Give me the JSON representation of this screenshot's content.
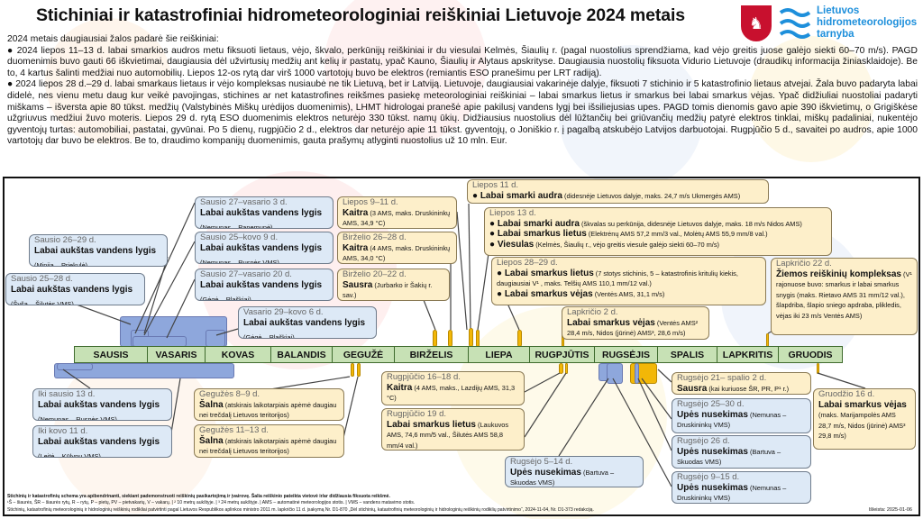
{
  "title": "Stichiniai ir katastrofiniai hidrometeorologiniai reiškiniai Lietuvoje 2024 metais",
  "logo": {
    "agency_text": "Lietuvos hidrometeorologijos tarnyba"
  },
  "intro": {
    "lead": "2024 metais daugiausiai žalos padarė šie reiškiniai:",
    "bullets": [
      "● 2024 liepos 11–13 d. labai smarkios audros metu fiksuoti lietaus, vėjo, škvalo, perkūnijų reiškiniai ir du viesulai Kelmės, Šiaulių r. (pagal nuostolius sprendžiama, kad vėjo greitis juose galėjo siekti 60–70 m/s). PAGD duomenimis buvo gauti 66 iškvietimai, daugiausia dėl užvirtusių medžių ant kelių ir pastatų, ypač Kauno, Šiaulių ir Alytaus apskrityse. Daugiausia nuostolių fiksuota Vidurio Lietuvoje (draudikų informacija žiniasklaidoje). Be to, 4 kartus šalinti medžiai nuo automobilių. Liepos 12-os rytą dar virš 1000 vartotojų buvo be elektros (remiantis ESO pranešimu per LRT radiją).",
      "● 2024 liepos 28 d.–29 d. labai smarkaus lietaus ir vėjo kompleksas nusiaubė ne tik Lietuvą, bet ir Latviją. Lietuvoje, daugiausiai vakarinėje dalyje, fiksuoti 7 stichinio ir 5 katastrofinio lietaus atvejai. Žala buvo padaryta labai didelė, nes vienu metu daug kur veikė pavojingas, stichines ar net katastrofines reikšmes pasiekę meteorologiniai reiškiniai – labai smarkus lietus ir smarkus bei labai smarkus vėjas. Ypač didžiuliai nuostoliai padaryti miškams – išversta apie 80 tūkst. medžių (Valstybinės Miškų urėdijos duomenimis), LHMT hidrologai pranešė apie pakilusį vandens lygį bei išsiliejusias upes. PAGD tomis dienomis gavo apie 390 iškvietimų, o Grigiškėse užgriuvus medžiui žuvo moteris. Liepos 29 d. rytą ESO duomenimis elektros neturėjo 330 tūkst. namų ūkių. Didžiausius nuostolius dėl lūžtančių bei griūvančių medžių patyrė elektros tinklai, miškų padaliniai, nukentėjo gyventojų turtas: automobiliai, pastatai, gyvūnai. Po 5 dienų, rugpjūčio 2 d., elektros dar neturėjo apie 11 tūkst. gyventojų, o Joniškio r. į pagalbą atskubėjo Latvijos darbuotojai. Rugpjūčio 5 d., savaitei po audros, apie 1000 vartotojų dar buvo be elektros. Be to, draudimo kompanijų duomenimis, gauta prašymų atlyginti nuostolius už 10 mln. Eur."
    ]
  },
  "months": [
    "SAUSIS",
    "VASARIS",
    "KOVAS",
    "BALANDIS",
    "GEGUŽĖ",
    "BIRŽELIS",
    "LIEPA",
    "RUGPJŪTIS",
    "RUGSĖJIS",
    "SPALIS",
    "LAPKRITIS",
    "GRUODIS"
  ],
  "colors": {
    "hydro": "#dde9f6",
    "meteo": "#fdefca",
    "months": "#c7e1b5",
    "bar_hydro": "#8ea7dc",
    "bar_meteo": "#f2b707"
  },
  "events": [
    {
      "type": "hydro",
      "date": "Sausio 27–vasario 3 d.",
      "title": "Labai aukštas vandens lygis",
      "detail": "(Nemunas – Panemunė)"
    },
    {
      "type": "hydro",
      "date": "Sausio 26–29 d.",
      "title": "Labai aukštas vandens lygis",
      "detail": "(Minija – Priekulė)"
    },
    {
      "type": "hydro",
      "date": "Sausio 25–kovo 9 d.",
      "title": "Labai aukštas vandens lygis",
      "detail": "(Nemunas – Rusnės VMS)"
    },
    {
      "type": "hydro",
      "date": "Sausio 25–28 d.",
      "title": "Labai aukštas vandens lygis",
      "detail": "(Šyša – Šilutės VMS)"
    },
    {
      "type": "hydro",
      "date": "Sausio 27–vasario 20 d.",
      "title": "Labai aukštas vandens lygis",
      "detail": "(Gėgė – Plaškiai)"
    },
    {
      "type": "hydro",
      "date": "Vasario 29–kovo 6 d.",
      "title": "Labai aukštas vandens lygis",
      "detail": "(Gėgė – Plaškiai)"
    },
    {
      "type": "meteo",
      "date": "Liepos 9–11 d.",
      "title": "Kaitra",
      "detail": " (3 AMS, maks. Druskininkų AMS, 34,9 °C)"
    },
    {
      "type": "meteo",
      "date": "Birželio 26–28 d.",
      "title": "Kaitra",
      "detail": " (4 AMS, maks. Druskininkų AMS, 34,0 °C)"
    },
    {
      "type": "meteo",
      "date": "Birželio 20–22 d.",
      "title": "Sausra",
      "detail": " (Jurbarko ir Šakių r. sav.)"
    },
    {
      "type": "meteo",
      "date": "Liepos 11 d.",
      "items": [
        {
          "title": "Labai smarki audra",
          "detail": " (didesnėje Lietuvos dalyje, maks. 24,7 m/s Ukmergės AMS)"
        }
      ]
    },
    {
      "type": "meteo",
      "date": "Liepos 13 d.",
      "items": [
        {
          "title": "Labai smarki audra",
          "detail": " (škvalas su perkūnija, didesnėje Lietuvos dalyje, maks. 18 m/s Nidos AMS)"
        },
        {
          "title": "Labai smarkus lietus",
          "detail": " (Elektrėnų AMS 57,2 mm/3 val., Molėtų AMS 55,9 mm/8 val.)"
        },
        {
          "title": "Viesulas",
          "detail": " (Kelmės, Šiaulių r., vėjo greitis viesule galėjo siekti 60–70 m/s)"
        }
      ]
    },
    {
      "type": "meteo",
      "date": "Liepos 28–29 d.",
      "items": [
        {
          "title": "Labai smarkus lietus",
          "detail": " (7 stotys stichinis, 5 – katastrofinis kritulių kiekis, daugiausiai V¹ , maks. Telšių AMS 110,1 mm/12 val.)"
        },
        {
          "title": "Labai smarkus vėjas",
          "detail": " (Ventės AMS, 31,1 m/s)"
        }
      ]
    },
    {
      "type": "meteo",
      "date": "Lapkričio 22 d.",
      "title": "Žiemos reiškinių kompleksas",
      "detail": " (V¹ rajonuose buvo: smarkus ir labai smarkus snygis (maks. Rietavo AMS 31 mm/12 val.), šlapdriba, šlapio sniego apdraba, plikledis, vėjas iki 23 m/s Ventės AMS)"
    },
    {
      "type": "meteo",
      "date": "Lapkričio 2 d.",
      "title": "Labai smarkus vėjas",
      "detail": " (Ventės AMS² 28,4 m/s, Nidos (jūrinė) AMS³, 28,6 m/s)"
    },
    {
      "type": "hydro",
      "date": "Iki sausio 13 d.",
      "title": "Labai aukštas vandens lygis",
      "detail": "(Nemunas – Rusnės VMS)"
    },
    {
      "type": "hydro",
      "date": "Iki kovo 11 d.",
      "title": "Labai aukštas vandens lygis",
      "detail": "(Leitė – Kūlynų VMS)"
    },
    {
      "type": "meteo",
      "date": "Gegužės 8–9 d.",
      "title": "Šalna",
      "detail": " (atskirais laikotarpiais apėmė daugiau nei trečdalį Lietuvos teritorijos)"
    },
    {
      "type": "meteo",
      "date": "Gegužės 11–13 d.",
      "title": "Šalna",
      "detail": " (atskirais laikotarpiais apėmė daugiau nei trečdalį Lietuvos teritorijos)"
    },
    {
      "type": "meteo",
      "date": "Rugpjūčio 16–18 d.",
      "title": "Kaitra",
      "detail": " (4 AMS, maks., Lazdijų AMS, 31,3 °C)"
    },
    {
      "type": "meteo",
      "date": "Rugpjūčio 19 d.",
      "title": "Labai smarkus lietus",
      "detail": " (Laukuvos AMS, 74,6 mm/5 val., Šilutės AMS 58,8 mm/4 val.)"
    },
    {
      "type": "hydro",
      "date": "Rugsėjo 5–14 d.",
      "title": "Upės nusekimas",
      "detail": " (Bartuva – Skuodas VMS)"
    },
    {
      "type": "meteo",
      "date": "Rugsėjo 21– spalio 2 d.",
      "title": "Sausra",
      "detail": " (kai kuriuose ŠR, PR, P¹ r.)"
    },
    {
      "type": "hydro",
      "date": "Rugsėjo 25–30 d.",
      "title": "Upės nusekimas",
      "detail": " (Nemunas – Druskininkų VMS)"
    },
    {
      "type": "hydro",
      "date": "Rugsėjo 26 d.",
      "title": "Upės nusekimas",
      "detail": " (Bartuva – Skuodas VMS)"
    },
    {
      "type": "hydro",
      "date": "Rugsėjo 9–15 d.",
      "title": "Upės nusekimas",
      "detail": " (Nemunas – Druskininkų VMS)"
    },
    {
      "type": "meteo",
      "date": "Gruodžio 16 d.",
      "title": "Labai smarkus vėjas",
      "detail": " (maks. Marijampolės AMS 28,7 m/s,  Nidos (jūrinė) AMS³ 29,8 m/s)"
    }
  ],
  "footer": {
    "note": "Stichinių ir katastrofinių schema yra apibendrinanti, siekiant pademonstruoti reiškinių pasikartojimą ir įvairovę. Šalia reiškinio pateikta vietovė ir/ar didžiausia fiksuota reikšmė.",
    "legend": "¹Š – šiaurės, ŠR – šiaurės rytų, R – rytų, P – pietų, PV – pietvakarių, V – vakarų. | ² 10 metrų aukštyje. | ³ 24 metrų aukštyje. | AMS – automatinė meteorologijos stotis. | VMS – vandens matavimo stotis.",
    "legal": "Stichinių, katastrofinių meteorologinių ir hidrologinių reiškinių rodikliai patvirtinti pagal Lietuvos Respublikos aplinkos ministro 2011 m. lapkričio 11 d. įsakymą Nr. D1-870 „Dėl stichinių, katastrofinių meteorologinių ir hidrologinių reiškinių rodiklių patvirtinimo“, 2024-11-04, Nr. D1-373 redakciją.",
    "issued": "Išleista: 2025-01-06"
  }
}
